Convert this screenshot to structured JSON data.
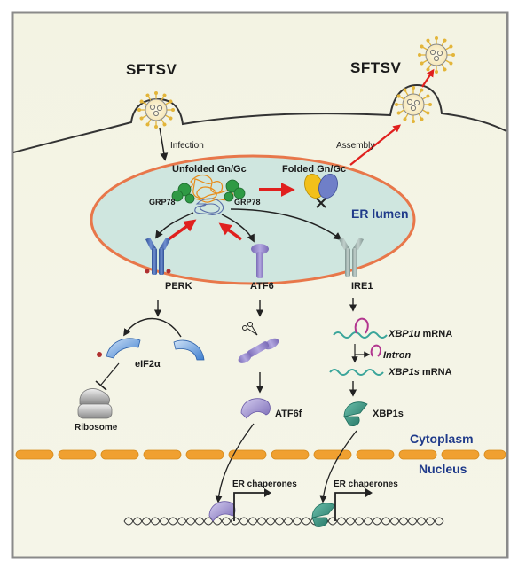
{
  "labels": {
    "virus_left": "SFTSV",
    "virus_right": "SFTSV",
    "infection": "Infection",
    "assembly": "Assembly",
    "unfolded": "Unfolded Gn/Gc",
    "folded": "Folded Gn/Gc",
    "grp78_left": "GRP78",
    "grp78_right": "GRP78",
    "er_lumen": "ER lumen",
    "perk": "PERK",
    "atf6": "ATF6",
    "ire1": "IRE1",
    "eif2a": "eIF2α",
    "ribosome": "Ribosome",
    "atf6f": "ATF6f",
    "xbp1u_gene": "XBP1u",
    "xbp1u_suffix": " mRNA",
    "intron": "Intron",
    "xbp1s_gene": "XBP1s",
    "xbp1s_suffix": " mRNA",
    "xbp1s": "XBP1s",
    "cytoplasm": "Cytoplasm",
    "nucleus": "Nucleus",
    "er_chaperones_left": "ER chaperones",
    "er_chaperones_right": "ER chaperones"
  },
  "colors": {
    "er_fill": "#cfe6df",
    "er_border": "#e8774a",
    "arrow_red": "#e0201e",
    "membrane_orange": "#f0a030",
    "perk_blue": "#3d5fa8",
    "atf6_purple": "#8f80c4",
    "ire1_gray": "#8fa3a0",
    "grp78_green": "#2f9a45",
    "xbp1s_teal": "#2a8a78",
    "mrna_teal": "#3aa59a",
    "intron_magenta": "#b2368f"
  }
}
